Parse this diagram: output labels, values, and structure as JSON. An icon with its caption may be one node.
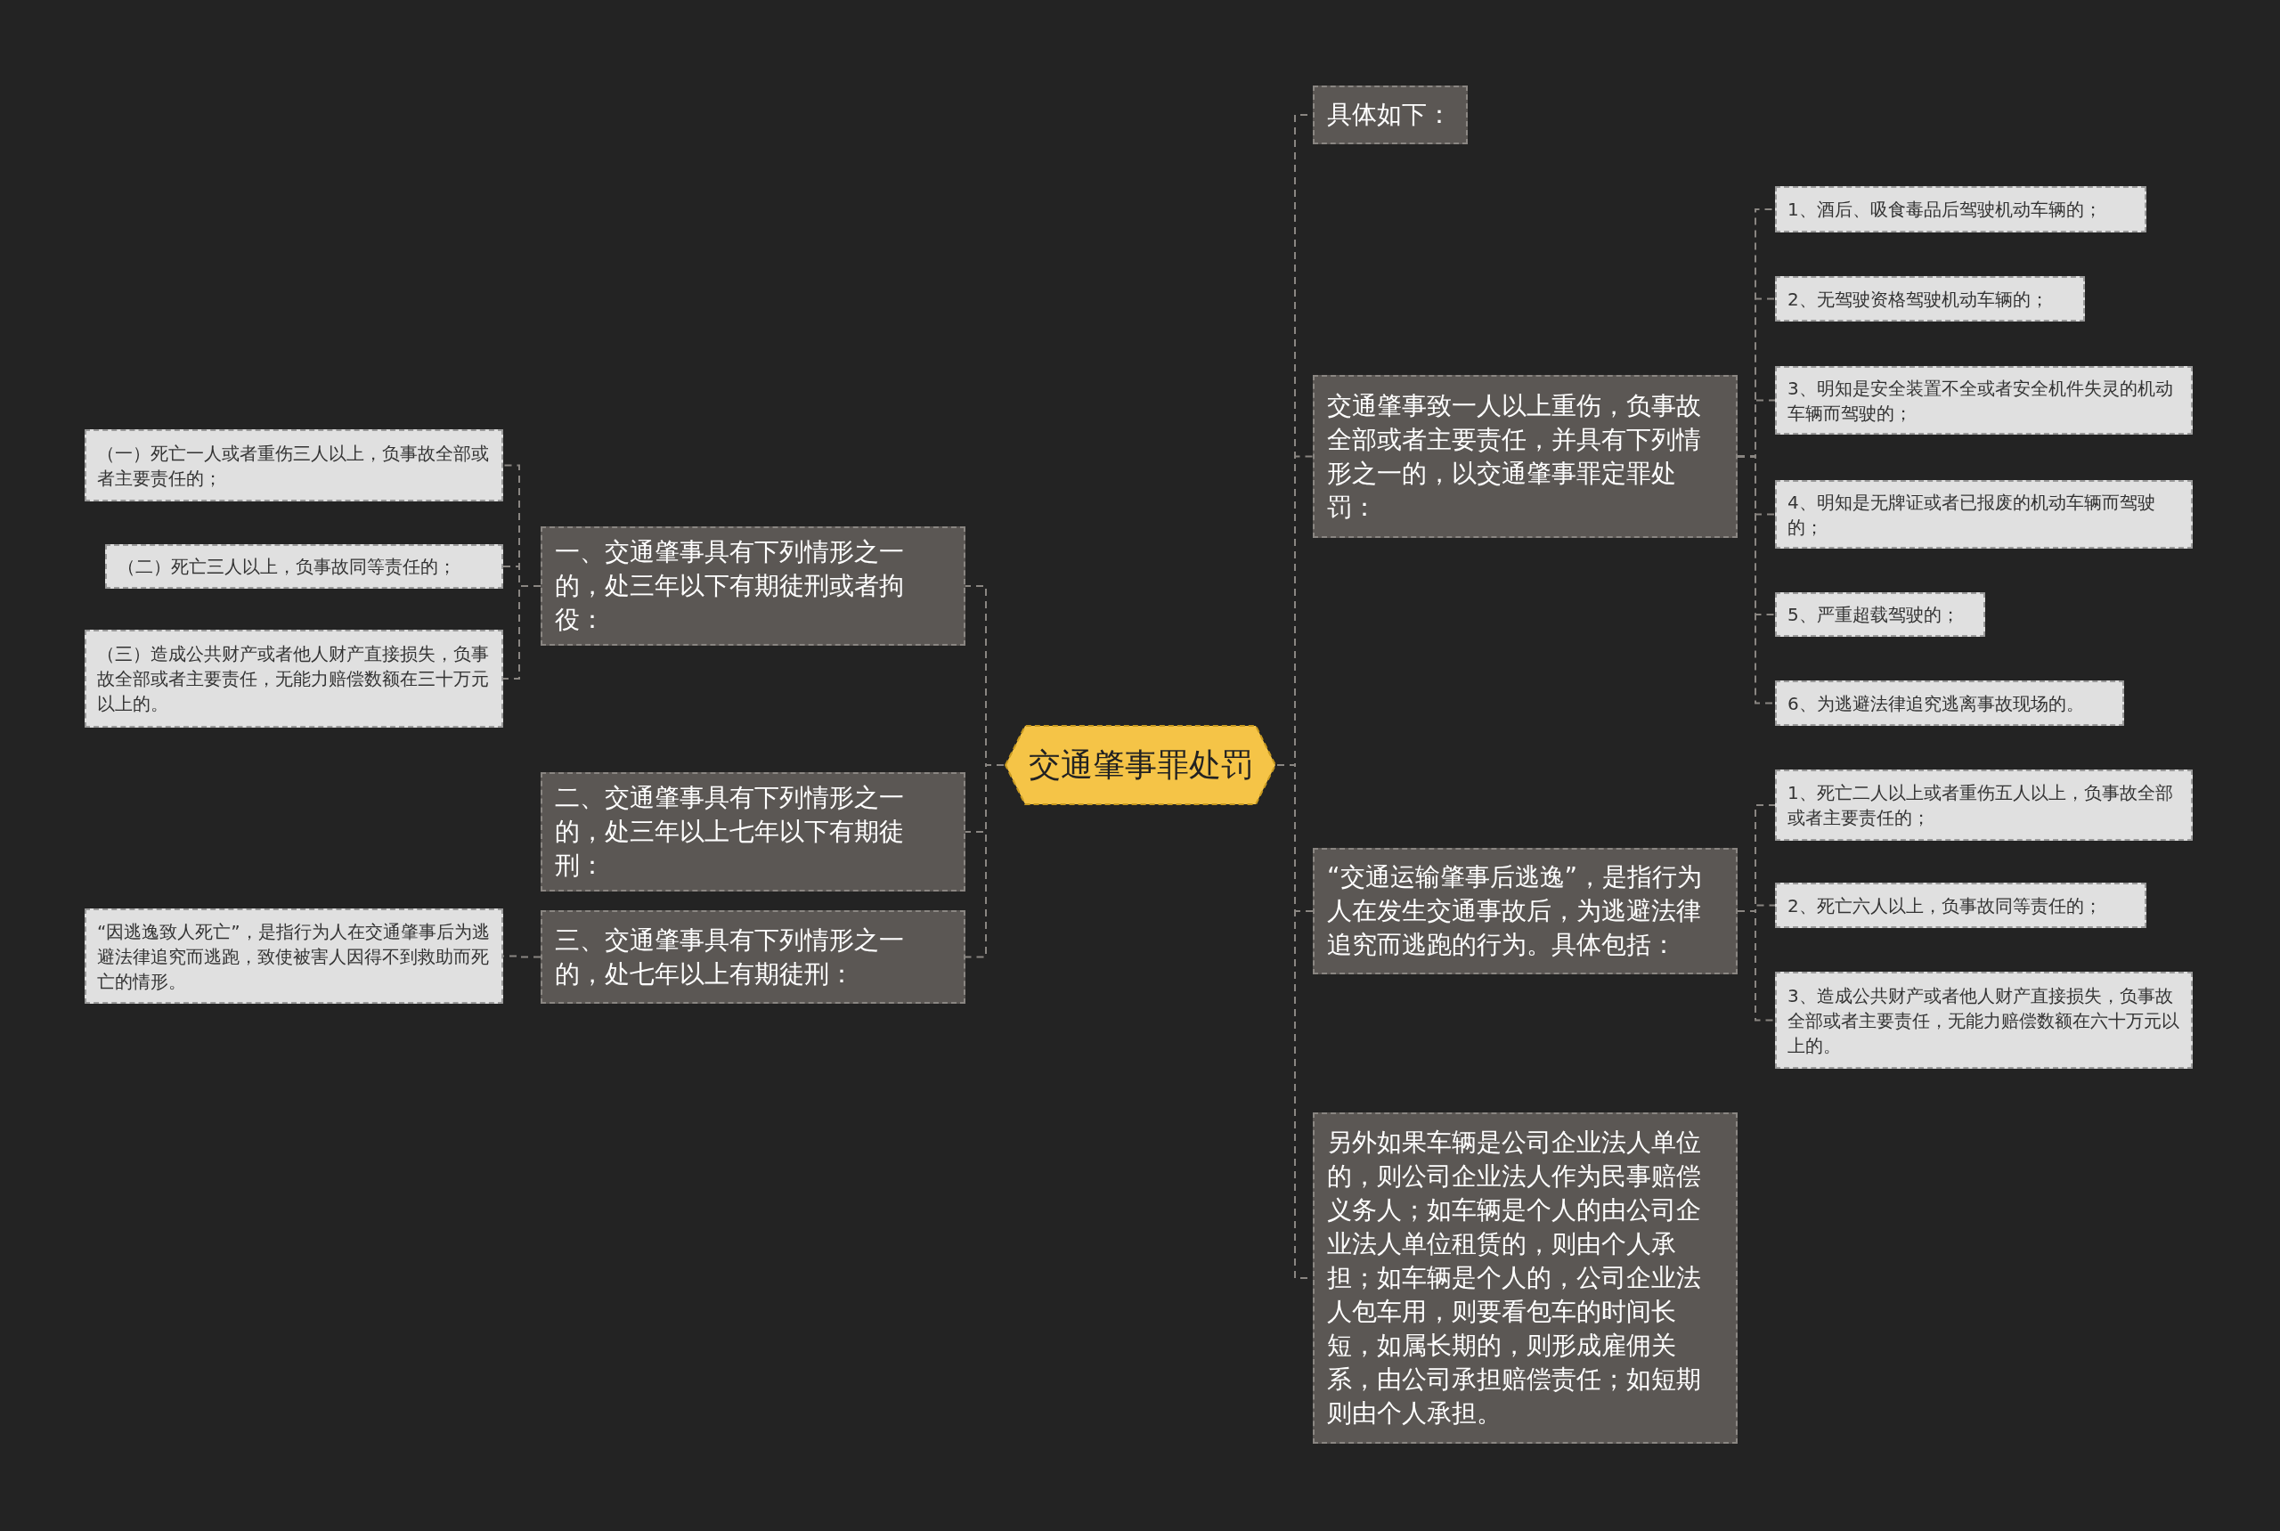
{
  "diagram": {
    "nodes": [
      {
        "text": [
          "交通肇事罪处罚"
        ]
      },
      {
        "text": [
          "一、交通肇事具有下列情形之一的，处三年以下有期徒刑或者拘役："
        ]
      },
      {
        "text": [
          "（一）死亡一人或者重伤三人以上，负事故全部或者主要责任的；"
        ]
      },
      {
        "text": [
          "（二）死亡三人以上，负事故同等责任的；"
        ]
      },
      {
        "text": [
          "（三）造成公共财产或者他人财产直接损失，负事故全部或者主要责任，无能力赔偿数额在三十万元以上的。"
        ]
      },
      {
        "text": [
          "二、交通肇事具有下列情形之一的，处三年以上七年以下有期徒刑："
        ]
      },
      {
        "text": [
          "三、交通肇事具有下列情形之一的，处七年以上有期徒刑："
        ]
      },
      {
        "text": [
          "“因逃逸致人死亡”，是指行为人在交通肇事后为逃避法律追究而逃跑，致使被害人因得不到救助而死亡的情形。"
        ]
      },
      {
        "text": [
          "具体如下："
        ]
      },
      {
        "text": [
          "交通肇事致一人以上重伤，负事故全部或者主要责任，并具有下列情形之一的，以交通肇事罪定罪处罚："
        ]
      },
      {
        "text": [
          "1、酒后、吸食毒品后驾驶机动车辆的；"
        ]
      },
      {
        "text": [
          "2、无驾驶资格驾驶机动车辆的；"
        ]
      },
      {
        "text": [
          "3、明知是安全装置不全或者安全机件失灵的机动车辆而驾驶的；"
        ]
      },
      {
        "text": [
          "4、明知是无牌证或者已报废的机动车辆而驾驶的；"
        ]
      },
      {
        "text": [
          "5、严重超载驾驶的；"
        ]
      },
      {
        "text": [
          "6、为逃避法律追究逃离事故现场的。"
        ]
      },
      {
        "text": [
          "“交通运输肇事后逃逸”，是指行为人在发生交通事故后，为逃避法律追究而逃跑的行为。具体包括："
        ]
      },
      {
        "text": [
          "1、死亡二人以上或者重伤五人以上，负事故全部或者主要责任的；"
        ]
      },
      {
        "text": [
          "2、死亡六人以上，负事故同等责任的；"
        ]
      },
      {
        "text": [
          "3、造成公共财产或者他人财产直接损失，负事故全部或者主要责任，无能力赔偿数额在六十万元以上的。"
        ]
      },
      {
        "text": [
          "另外如果车辆是公司企业法人单位的，则公司企业法人作为民事赔偿义务人；如车辆是个人的由公司企业法人单位租赁的，则由个人承担；如车辆是个人的，公司企业法人包车用，则要看包车的时间长短，如属长期的，则形成雇佣关系，由公司承担赔偿责任；如短期则由个人承担。"
        ]
      }
    ],
    "edges": [
      {
        "from": 0,
        "to": 1,
        "arrow": "none",
        "style": "dashed"
      },
      {
        "from": 0,
        "to": 5,
        "arrow": "none",
        "style": "dashed"
      },
      {
        "from": 0,
        "to": 6,
        "arrow": "none",
        "style": "dashed"
      },
      {
        "from": 1,
        "to": 2,
        "arrow": "none",
        "style": "dashed"
      },
      {
        "from": 1,
        "to": 3,
        "arrow": "none",
        "style": "dashed"
      },
      {
        "from": 1,
        "to": 4,
        "arrow": "none",
        "style": "dashed"
      },
      {
        "from": 6,
        "to": 7,
        "arrow": "none",
        "style": "dashed"
      },
      {
        "from": 0,
        "to": 8,
        "arrow": "none",
        "style": "dashed"
      },
      {
        "from": 0,
        "to": 9,
        "arrow": "none",
        "style": "dashed"
      },
      {
        "from": 0,
        "to": 16,
        "arrow": "none",
        "style": "dashed"
      },
      {
        "from": 0,
        "to": 20,
        "arrow": "none",
        "style": "dashed"
      },
      {
        "from": 9,
        "to": 10,
        "arrow": "none",
        "style": "dashed"
      },
      {
        "from": 9,
        "to": 11,
        "arrow": "none",
        "style": "dashed"
      },
      {
        "from": 9,
        "to": 12,
        "arrow": "none",
        "style": "dashed"
      },
      {
        "from": 9,
        "to": 13,
        "arrow": "none",
        "style": "dashed"
      },
      {
        "from": 9,
        "to": 14,
        "arrow": "none",
        "style": "dashed"
      },
      {
        "from": 9,
        "to": 15,
        "arrow": "none",
        "style": "dashed"
      },
      {
        "from": 16,
        "to": 17,
        "arrow": "none",
        "style": "dashed"
      },
      {
        "from": 16,
        "to": 18,
        "arrow": "none",
        "style": "dashed"
      },
      {
        "from": 16,
        "to": 19,
        "arrow": "none",
        "style": "dashed"
      }
    ]
  }
}
